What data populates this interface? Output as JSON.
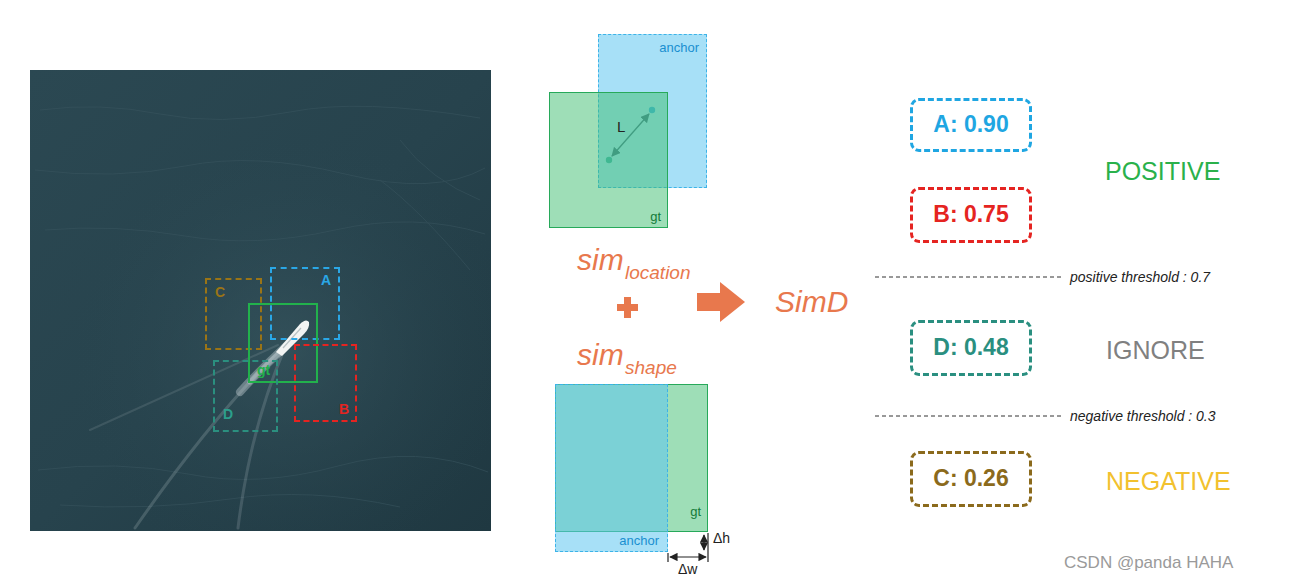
{
  "diagram": {
    "nodes": [
      {
        "text": [
          "C"
        ]
      },
      {
        "text": [
          "A"
        ]
      },
      {
        "text": [
          "gt"
        ]
      },
      {
        "text": [
          "D"
        ]
      },
      {
        "text": [
          "B"
        ]
      },
      {
        "text": [
          "anchor"
        ]
      },
      {
        "text": [
          "gt"
        ]
      },
      {
        "text": [
          "gt"
        ]
      },
      {
        "text": [
          "anchor"
        ]
      },
      {
        "text": [
          "A: 0.90"
        ]
      },
      {
        "text": [
          "B: 0.75"
        ]
      },
      {
        "text": [
          "D: 0.48"
        ]
      },
      {
        "text": [
          "C: 0.26"
        ]
      }
    ],
    "labels": [
      "L",
      "sim",
      "location",
      "SimD",
      "sim",
      "shape",
      "Δh",
      "Δw",
      "POSITIVE",
      "positive threshold : 0.7",
      "IGNORE",
      "negative threshold : 0.3",
      "NEGATIVE",
      "CSDN @panda HAHA"
    ]
  }
}
